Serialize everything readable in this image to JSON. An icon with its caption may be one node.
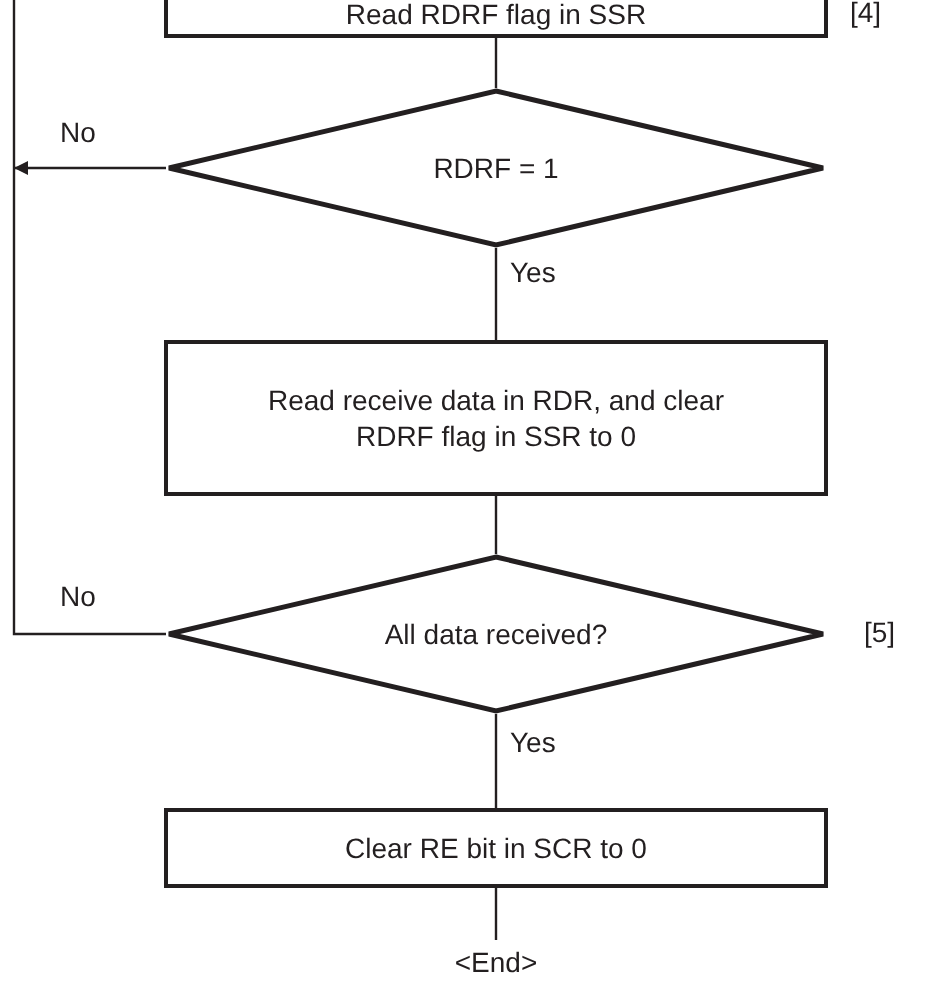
{
  "diagram": {
    "nodes": [
      {
        "text": [
          "Read RDRF flag in SSR"
        ],
        "beside": [
          "[4]"
        ]
      },
      {
        "text": [
          "RDRF = 1"
        ]
      },
      {
        "text": [
          "Read receive data in RDR, and clear RDRF flag in SSR to 0"
        ]
      },
      {
        "text": [
          "All data received?"
        ],
        "beside": [
          "[5]"
        ]
      },
      {
        "text": [
          "Clear RE bit in SCR to 0"
        ]
      },
      {
        "text": [
          "<End>"
        ]
      }
    ],
    "edges": [
      {
        "from": 0,
        "to": 1,
        "arrow": "none"
      },
      {
        "from": 1,
        "to": null,
        "arrow": "to",
        "label": "No"
      },
      {
        "from": 1,
        "to": 2,
        "arrow": "none",
        "label": "Yes"
      },
      {
        "from": 2,
        "to": 3,
        "arrow": "none"
      },
      {
        "from": 3,
        "to": null,
        "arrow": "none",
        "label": "No"
      },
      {
        "from": 3,
        "to": 4,
        "arrow": "none",
        "label": "Yes"
      },
      {
        "from": 4,
        "to": 5,
        "arrow": "none"
      }
    ]
  }
}
